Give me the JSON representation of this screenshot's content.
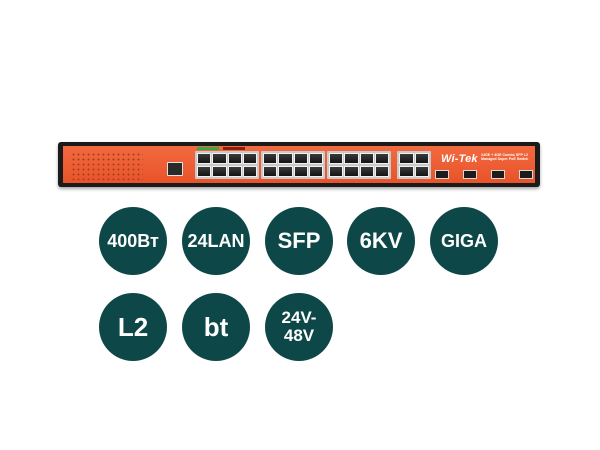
{
  "product": {
    "logo": "Wi-Tek",
    "model_text": "24GE + 4GE Combo SFP L2 Managed Super PoE Switch"
  },
  "badges": [
    {
      "label": "400Вт"
    },
    {
      "label": "24LAN"
    },
    {
      "label": "SFP"
    },
    {
      "label": "6KV"
    },
    {
      "label": "GIGA"
    },
    {
      "label": "L2"
    },
    {
      "label": "bt"
    },
    {
      "label": "24V-\n48V"
    }
  ],
  "colors": {
    "badge_fill": "#0e4748",
    "badge_text": "#ffffff",
    "chassis": "#1b1b1b",
    "faceplate": "#ec5a2f"
  }
}
